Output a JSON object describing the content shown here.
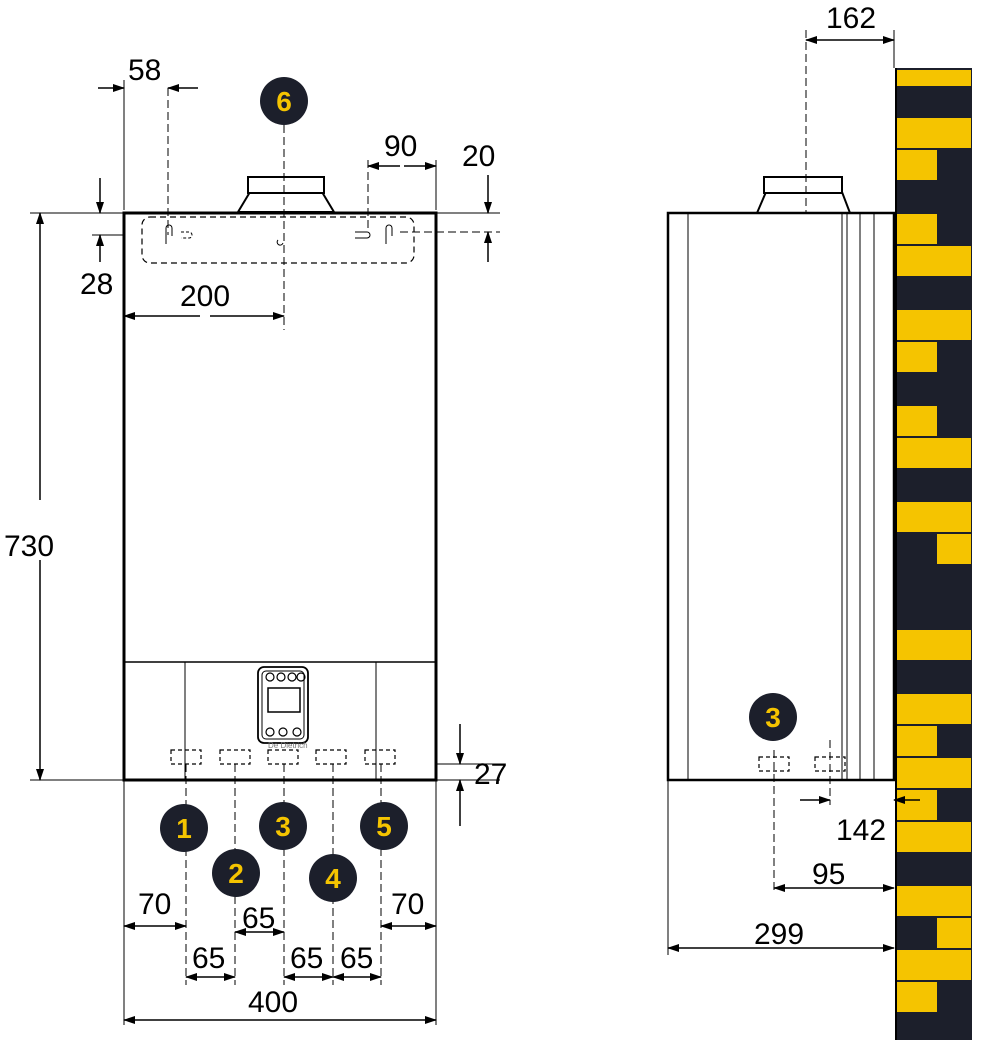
{
  "colors": {
    "line": "#000000",
    "badge_bg": "#1c1f2b",
    "badge_fg": "#f5c400",
    "wall_dark": "#1c1f2b",
    "wall_yellow": "#f5c400"
  },
  "front_view": {
    "dims": {
      "top_left_offset": "58",
      "top_right_offset": "90",
      "top_height_offset": "20",
      "left_height_offset": "28",
      "flue_offset": "200",
      "total_height": "730",
      "bottom_offset": "27",
      "left_edge_70": "70",
      "right_edge_70": "70",
      "spacing_65_a": "65",
      "spacing_65_b": "65",
      "spacing_65_c": "65",
      "spacing_65_d": "65",
      "total_width": "400"
    },
    "badges": [
      "1",
      "2",
      "3",
      "4",
      "5",
      "6"
    ],
    "brand": "De Dietrich"
  },
  "side_view": {
    "dims": {
      "flue_offset": "162",
      "pipe_offset": "142",
      "connection_offset": "95",
      "total_depth": "299"
    },
    "badges": [
      "3"
    ]
  }
}
